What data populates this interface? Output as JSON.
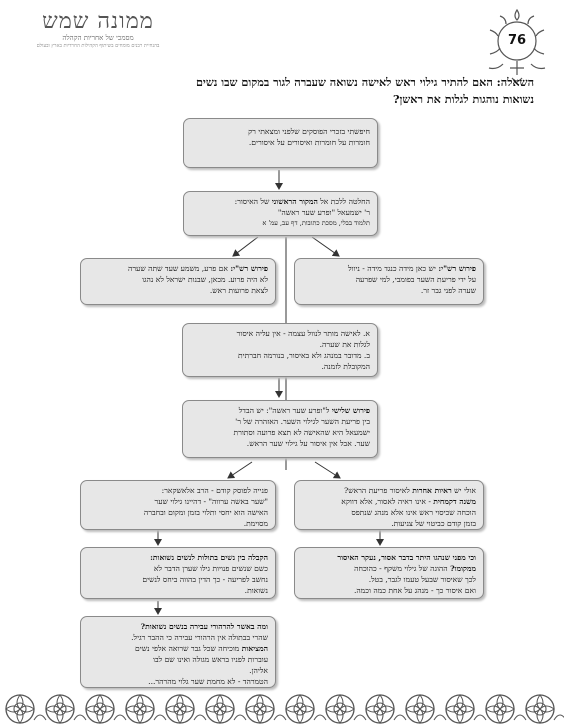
{
  "header": {
    "logo_title": "ממונה שמש",
    "logo_subtitle": "מסמכי של אחריות הקהלה",
    "logo_tagline": "בהנחיית רבנים מומחים בשיתוף הקהילות החרדיות בארץ ובעולם",
    "page_number": "76"
  },
  "question": {
    "line1": "השאלה: האם להתיר גילוי ראש לאישה נשואה שעברה לגור במקום שבו נשים",
    "line2": "נשואות נוהגות לגלות את ראשן?"
  },
  "boxes": {
    "b1": {
      "l1": "חיפשתי בזכרי הפוסקים שלפני ומצאתי רק",
      "l2": "חומרות על חומרות ואיסורים על איסורים."
    },
    "b2": {
      "l1_pre": "החלטה ללכת אל ",
      "l1_bold": "המקור הראשוני",
      "l1_post": " של האיסור:",
      "l2": "ר' ישמעאל \"ופרע שער ראשה\"",
      "l3": "תלמוד בבלי, מסכת כתובות, דף עב, עמ' א"
    },
    "b3": {
      "bold": "פירוש רש\"י:",
      "l1": " יש כאן מידה כנגד מידה - ניוול",
      "l2": "על ידי פריעת השער בפומבי, למי שפרעה",
      "l3": "שערה לפני גבר זר."
    },
    "b4": {
      "bold": "פירוש רש\"י:",
      "l1": " אם פרע, משמע שעד שתה שערה",
      "l2": "לא היה פרוע. מכאן, שבנות ישראל לא נהגו",
      "l3": "לצאת פרועות ראש."
    },
    "b5": {
      "l1": "א. לאישה מותר לנוול עצמה - אין עליה איסור",
      "l2": "לגלות את שערה.",
      "l3": "ב. מדובר במנהג ולא באיסור, בנורמה חברתית",
      "l4": "המקובלת לזמנה."
    },
    "b6": {
      "bold": "פירוש שלישי",
      "l1": " ל\"ופרע שער ראשה\": יש הבדל",
      "l2": "בין פריעת השער לגילוי השער. האזהרה של ר'",
      "l3": "ישמעאל היא שהאישה לא תצא פרועה וסתורת",
      "l4": "שער. אבל אין איסור על גילוי שער הראש."
    },
    "b7": {
      "pre": "אולי יש ",
      "bold1": "ראיות אחרות",
      "l1": " לאיסור פריעת הראש?",
      "bold2": "משנה דקמחית",
      "l2": " - אינו ראיה לאסור, אלא דווקא",
      "l3": "הוכחה שכיסוי ראש אינו אלא מנהג שנתפס",
      "l4": "בזמן קודם כביטוי של צניעות."
    },
    "b8": {
      "l1": "פנייה לפוסק קודם - הרב אלאשקאר:",
      "l2": "\"שער באשה ערווה\" - דהיינו גילוי שער",
      "l3": "האישה הוא יחסי ותלוי בזמן ומקום ובחברה",
      "l4": "מסוימת."
    },
    "b9": {
      "bold1": "וכי מפני שנהגו היתר בדבר אסור, נעקר האיסור",
      "bold2": "ממקומו?",
      "l1": " ההוגה של גילוי משקף - כהוכחה",
      "l2": "לכך שאיסור שבעל טעמו לגבר, בטל.",
      "l3": "ואם איסור כך - מנהג על אחת כמה וכמה."
    },
    "b10": {
      "bold": "הקבלה בין נשים בתולות לנשים נשואות:",
      "l1": "כשם שנשים פנויות גילו שערן הדבר לא",
      "l2": "נחשב לפריעה - כך הדין בהווה ביחס לנשים",
      "l3": "נשואות."
    },
    "b11": {
      "bold": "ומה באשר להרהורי עבירה בנשים נשואות?",
      "l1": "שהרי בבתולה אין הרהורי עבירה כי ההבר רגיל.",
      "bold2": "המציאות",
      "l2": " מוכיחה שכל גבר שרואה אלפי נשים",
      "l3": "עוברות לפניו בראש מגולה ואינו שם לבו",
      "l4": "אליהן.",
      "l5": "הטמרהד - לא מחמת שער גלוי מהרהר..."
    }
  }
}
